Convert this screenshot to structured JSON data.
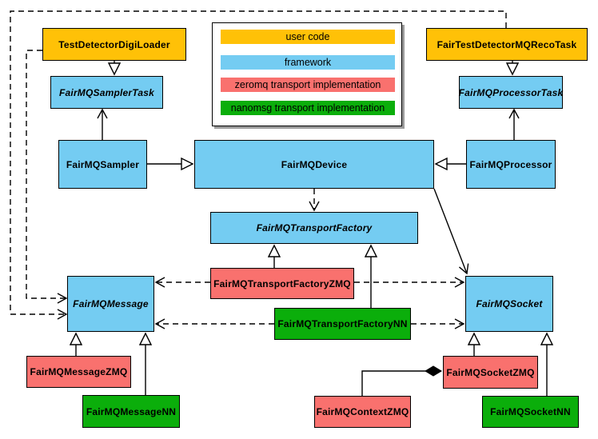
{
  "legend": {
    "items": [
      {
        "label": "user code",
        "color": "#FFC107"
      },
      {
        "label": "framework",
        "color": "#74CCF2"
      },
      {
        "label": "zeromq transport implementation",
        "color": "#F9716E"
      },
      {
        "label": "nanomsg transport implementation",
        "color": "#0BAE0B"
      }
    ]
  },
  "nodes": {
    "test_detector_digi_loader": {
      "label": "TestDetectorDigiLoader",
      "category": "user code",
      "abstract": false
    },
    "fair_test_detector_mq_reco_task": {
      "label": "FairTestDetectorMQRecoTask",
      "category": "user code",
      "abstract": false
    },
    "fairmq_sampler_task": {
      "label": "FairMQSamplerTask",
      "category": "framework",
      "abstract": true
    },
    "fairmq_processor_task": {
      "label": "FairMQProcessorTask",
      "category": "framework",
      "abstract": true
    },
    "fairmq_sampler": {
      "label": "FairMQSampler",
      "category": "framework",
      "abstract": false
    },
    "fairmq_device": {
      "label": "FairMQDevice",
      "category": "framework",
      "abstract": false
    },
    "fairmq_processor": {
      "label": "FairMQProcessor",
      "category": "framework",
      "abstract": false
    },
    "fairmq_transport_factory": {
      "label": "FairMQTransportFactory",
      "category": "framework",
      "abstract": true
    },
    "fairmq_transport_factory_zmq": {
      "label": "FairMQTransportFactoryZMQ",
      "category": "zeromq transport implementation",
      "abstract": false
    },
    "fairmq_transport_factory_nn": {
      "label": "FairMQTransportFactoryNN",
      "category": "nanomsg transport implementation",
      "abstract": false
    },
    "fairmq_message": {
      "label": "FairMQMessage",
      "category": "framework",
      "abstract": true
    },
    "fairmq_socket": {
      "label": "FairMQSocket",
      "category": "framework",
      "abstract": true
    },
    "fairmq_message_zmq": {
      "label": "FairMQMessageZMQ",
      "category": "zeromq transport implementation",
      "abstract": false
    },
    "fairmq_message_nn": {
      "label": "FairMQMessageNN",
      "category": "nanomsg transport implementation",
      "abstract": false
    },
    "fairmq_context_zmq": {
      "label": "FairMQContextZMQ",
      "category": "zeromq transport implementation",
      "abstract": false
    },
    "fairmq_socket_zmq": {
      "label": "FairMQSocketZMQ",
      "category": "zeromq transport implementation",
      "abstract": false
    },
    "fairmq_socket_nn": {
      "label": "FairMQSocketNN",
      "category": "nanomsg transport implementation",
      "abstract": false
    }
  },
  "edges": [
    {
      "from": "TestDetectorDigiLoader",
      "to": "FairMQSamplerTask",
      "type": "inheritance"
    },
    {
      "from": "FairTestDetectorMQRecoTask",
      "to": "FairMQProcessorTask",
      "type": "inheritance"
    },
    {
      "from": "FairMQSampler",
      "to": "FairMQSamplerTask",
      "type": "association"
    },
    {
      "from": "FairMQProcessor",
      "to": "FairMQProcessorTask",
      "type": "association"
    },
    {
      "from": "FairMQSampler",
      "to": "FairMQDevice",
      "type": "inheritance"
    },
    {
      "from": "FairMQProcessor",
      "to": "FairMQDevice",
      "type": "inheritance"
    },
    {
      "from": "FairMQDevice",
      "to": "FairMQTransportFactory",
      "type": "dependency"
    },
    {
      "from": "FairMQDevice",
      "to": "FairMQSocket",
      "type": "association"
    },
    {
      "from": "FairMQTransportFactoryZMQ",
      "to": "FairMQTransportFactory",
      "type": "inheritance"
    },
    {
      "from": "FairMQTransportFactoryNN",
      "to": "FairMQTransportFactory",
      "type": "inheritance"
    },
    {
      "from": "FairMQTransportFactoryZMQ",
      "to": "FairMQMessage",
      "type": "dependency"
    },
    {
      "from": "FairMQTransportFactoryZMQ",
      "to": "FairMQSocket",
      "type": "dependency"
    },
    {
      "from": "FairMQTransportFactoryNN",
      "to": "FairMQMessage",
      "type": "dependency"
    },
    {
      "from": "FairMQTransportFactoryNN",
      "to": "FairMQSocket",
      "type": "dependency"
    },
    {
      "from": "FairTestDetectorMQRecoTask",
      "to": "FairMQMessage",
      "type": "dependency"
    },
    {
      "from": "TestDetectorDigiLoader",
      "to": "FairMQMessage",
      "type": "dependency"
    },
    {
      "from": "FairMQMessageZMQ",
      "to": "FairMQMessage",
      "type": "inheritance"
    },
    {
      "from": "FairMQMessageNN",
      "to": "FairMQMessage",
      "type": "inheritance"
    },
    {
      "from": "FairMQSocketZMQ",
      "to": "FairMQSocket",
      "type": "inheritance"
    },
    {
      "from": "FairMQSocketNN",
      "to": "FairMQSocket",
      "type": "inheritance"
    },
    {
      "from": "FairMQContextZMQ",
      "to": "FairMQSocketZMQ",
      "type": "composition"
    }
  ]
}
